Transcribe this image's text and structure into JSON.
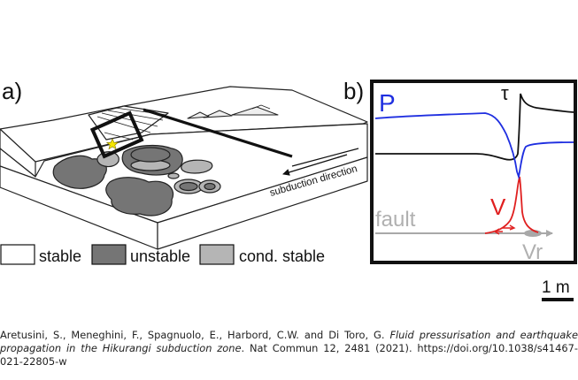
{
  "panel_a": {
    "label": "a)",
    "direction_label": "subduction direction",
    "legend": [
      {
        "key": "stable",
        "label": "stable",
        "color": "#ffffff"
      },
      {
        "key": "unstable",
        "label": "unstable",
        "color": "#757575"
      },
      {
        "key": "cond_stable",
        "label": "cond. stable",
        "color": "#b5b5b5"
      }
    ]
  },
  "panel_b": {
    "label": "b)",
    "p_label": "P",
    "tau_label": "τ",
    "v_label": "V",
    "fault_label": "fault",
    "vr_label": "Vr",
    "colors": {
      "pressure": "#1f2fe0",
      "shear": "#000000",
      "velocity": "#e02020",
      "fault": "#a8a8a8"
    }
  },
  "scale_bar": {
    "label": "1 m"
  },
  "citation": {
    "authors": "Aretusini, S., Meneghini, F., Spagnuolo, E., Harbord, C.W. and Di Toro, G.",
    "title": "Fluid pressurisation and earthquake propagation in the Hikurangi subduction zone",
    "journal": ". Nat Commun 12, 2481 (2021). https://doi.org/10.1038/s41467-021-22805-w"
  }
}
